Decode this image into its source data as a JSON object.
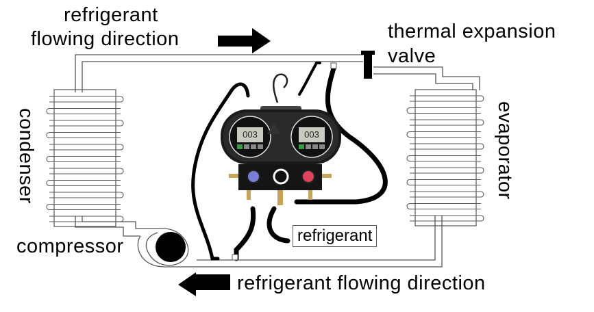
{
  "labels": {
    "top_flow_line1": "refrigerant",
    "top_flow_line2": "flowing direction",
    "valve_line1": "thermal expansion",
    "valve_line2": "valve",
    "condenser": "condenser",
    "evaporator": "evaporator",
    "compressor": "compressor",
    "refrigerant_box": "refrigerant",
    "bottom_flow": "refrigerant flowing direction"
  },
  "gauge": {
    "left_display": "003",
    "right_display": "003",
    "low_knob_color": "#7a7fd6",
    "high_knob_color": "#e0455e"
  },
  "colors": {
    "pipe": "#555555",
    "hose": "#000000",
    "arrow": "#000000"
  }
}
